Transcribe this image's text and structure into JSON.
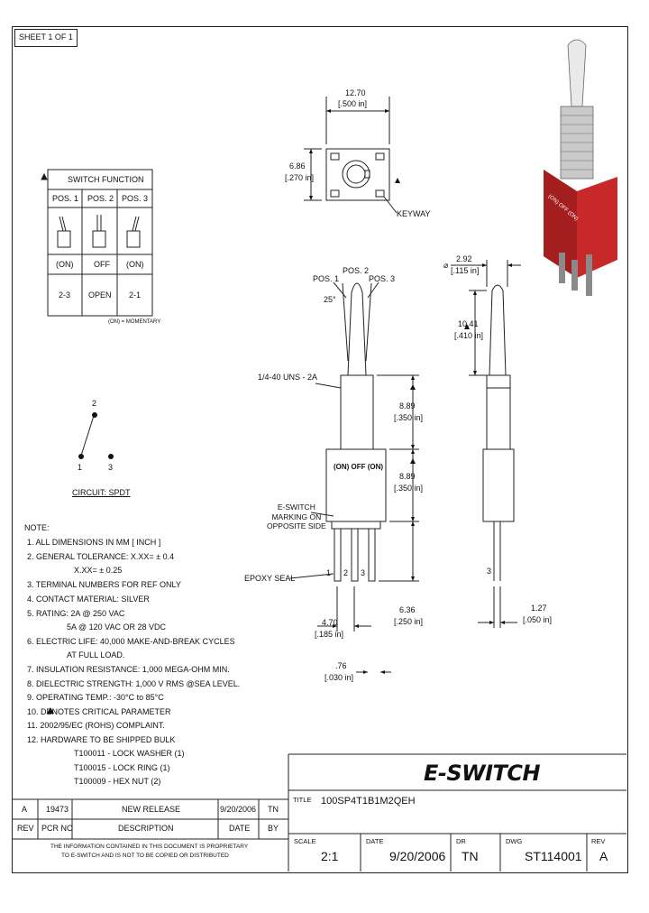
{
  "sheet": "SHEET 1 OF 1",
  "switch_function": {
    "title": "SWITCH FUNCTION",
    "headers": [
      "POS. 1",
      "POS. 2",
      "POS. 3"
    ],
    "states": [
      "(ON)",
      "OFF",
      "(ON)"
    ],
    "connections": [
      "2-3",
      "OPEN",
      "2-1"
    ],
    "footnote": "(ON) = MOMENTARY"
  },
  "circuit": {
    "label": "CIRCUIT: SPDT",
    "pin1": "1",
    "pin2": "2",
    "pin3": "3"
  },
  "top_view": {
    "width_mm": "12.70",
    "width_in": "[.500 in]",
    "height_mm": "6.86",
    "height_in": "[.270 in]",
    "keyway": "KEYWAY"
  },
  "front_view": {
    "pos1": "POS. 1",
    "pos2": "POS. 2",
    "pos3": "POS. 3",
    "angle": "25°",
    "thread": "1/4-40 UNS - 2A",
    "bushing_mm": "8.89",
    "bushing_in": "[.350 in]",
    "body_mm": "8.89",
    "body_in": "[.350 in]",
    "body_marking": "(ON) OFF (ON)",
    "marking_note": "E-SWITCH\nMARKING ON\nOPPOSITE SIDE",
    "epoxy": "EPOXY SEAL",
    "pin_labels": [
      "1",
      "2",
      "3"
    ],
    "term_mm": "6.36",
    "term_in": "[.250 in]",
    "pitch_mm": "4.70",
    "pitch_in": "[.185 in]",
    "pin_mm": ".76",
    "pin_in": "[.030 in]"
  },
  "side_view": {
    "dia_mm": "2.92",
    "dia_in": "[.115 in]",
    "lever_mm": "10.41",
    "lever_in": "[.410 in]",
    "pin_label": "3",
    "pin_mm": "1.27",
    "pin_in": "[.050 in]"
  },
  "notes": {
    "title": "NOTE:",
    "lines": [
      "1. ALL DIMENSIONS IN MM [ INCH ]",
      "2. GENERAL TOLERANCE:  X.XX= ± 0.4",
      "X.XX= ± 0.25",
      "3. TERMINAL NUMBERS FOR REF ONLY",
      "4. CONTACT MATERIAL: SILVER",
      "5. RATING: 2A @ 250 VAC",
      "5A @ 120 VAC OR 28 VDC",
      "6. ELECTRIC LIFE: 40,000 MAKE-AND-BREAK CYCLES",
      "AT FULL LOAD.",
      "7. INSULATION RESISTANCE: 1,000 MEGA-OHM MIN.",
      "8. DIELECTRIC STRENGTH: 1,000 V RMS @SEA LEVEL.",
      "9. OPERATING TEMP.: -30°C to 85°C",
      "10.   DENOTES CRITICAL PARAMETER",
      "11. 2002/95/EC (ROHS) COMPLAINT.",
      "12. HARDWARE TO BE SHIPPED BULK",
      "T100011 - LOCK WASHER (1)",
      "T100015 - LOCK RING (1)",
      "T100009 - HEX NUT (2)"
    ]
  },
  "revision": {
    "row": [
      "A",
      "19473",
      "NEW RELEASE",
      "9/20/2006",
      "TN"
    ],
    "headers": [
      "REV",
      "PCR NO",
      "DESCRIPTION",
      "DATE",
      "BY"
    ],
    "disclaimer1": "THE INFORMATION CONTAINED IN THIS DOCUMENT IS PROPRIETARY",
    "disclaimer2": "TO E-SWITCH AND IS NOT TO BE COPIED OR DISTRIBUTED"
  },
  "title_block": {
    "logo": "E-SWITCH",
    "title_label": "TITLE",
    "title": "100SP4T1B1M2QEH",
    "scale_label": "SCALE",
    "scale": "2:1",
    "date_label": "DATE",
    "date": "9/20/2006",
    "dr_label": "DR",
    "dr": "TN",
    "dwg_label": "DWG",
    "dwg": "ST114001",
    "rev_label": "REV",
    "rev": "A"
  },
  "colors": {
    "red_body": "#c8282a",
    "pin_gray": "#8a8a8a"
  }
}
